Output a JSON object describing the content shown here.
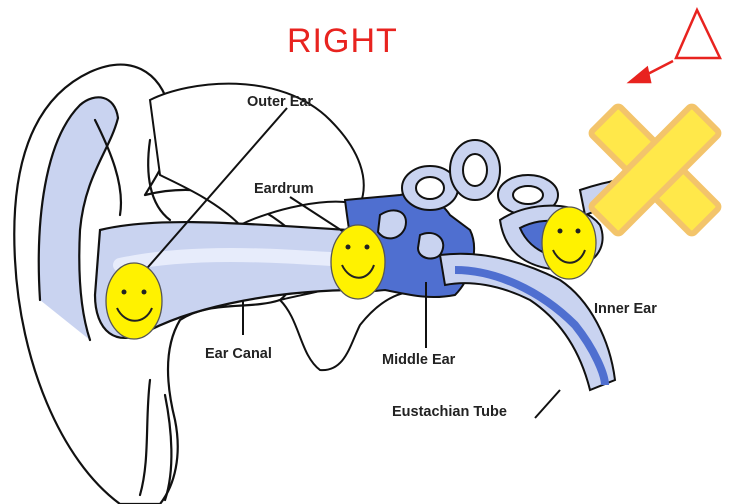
{
  "diagram": {
    "side_label": "RIGHT",
    "labels": {
      "outer_ear": "Outer Ear",
      "eardrum": "Eardrum",
      "ear_canal": "Ear Canal",
      "middle_ear": "Middle Ear",
      "inner_ear": "Inner Ear",
      "eustachian_tube": "Eustachian Tube"
    },
    "markers": [
      {
        "type": "smiley-face",
        "location": "Outer Ear"
      },
      {
        "type": "smiley-face",
        "location": "Eardrum"
      },
      {
        "type": "smiley-face",
        "location": "Inner Ear"
      }
    ],
    "symbols": [
      {
        "type": "triangle-arrow"
      },
      {
        "type": "x-mark"
      }
    ]
  },
  "colors": {
    "side_label": "#e8231f",
    "triangle": "#e8231f",
    "x_mark": "#ffe84a",
    "x_mark_border": "#f3c46b",
    "smiley_fill": "#fff200",
    "anatomy_blue": "#c9d3f0",
    "anatomy_dark_blue": "#4f6fd0",
    "outline": "#111111"
  }
}
